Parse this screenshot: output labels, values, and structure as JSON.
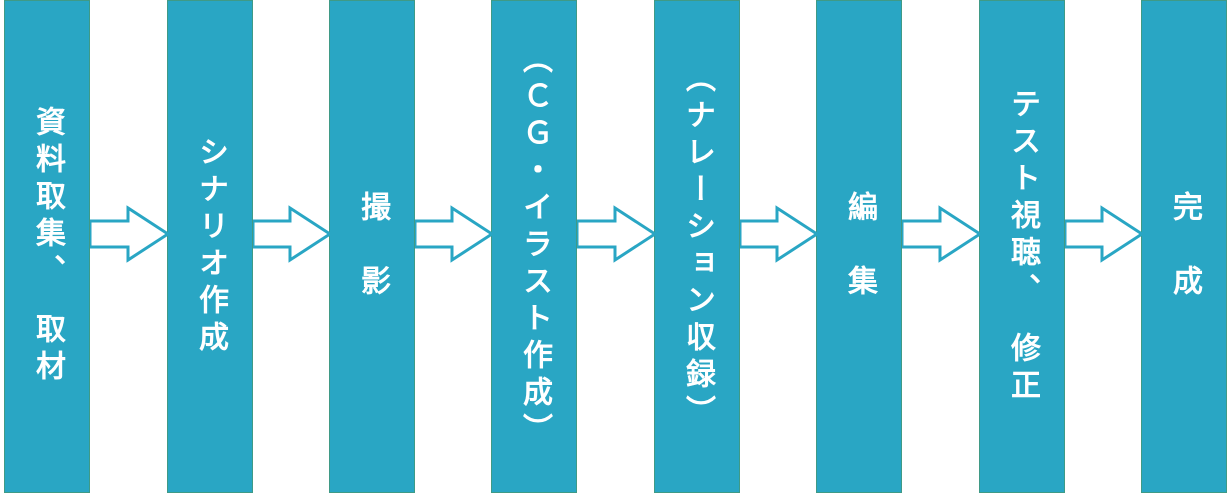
{
  "steps": [
    {
      "label": "資料取集、　取材"
    },
    {
      "label": "シナリオ作成"
    },
    {
      "label": "撮　影"
    },
    {
      "label": "（ＣＧ・イラスト作成）"
    },
    {
      "label": "（ナレーション収録）"
    },
    {
      "label": "編　集"
    },
    {
      "label": "テスト視聴、　修正"
    },
    {
      "label": "完　成"
    }
  ],
  "colors": {
    "box_fill": "#29a6c4",
    "box_border": "#3f9a86",
    "arrow_stroke": "#29a6c4"
  }
}
